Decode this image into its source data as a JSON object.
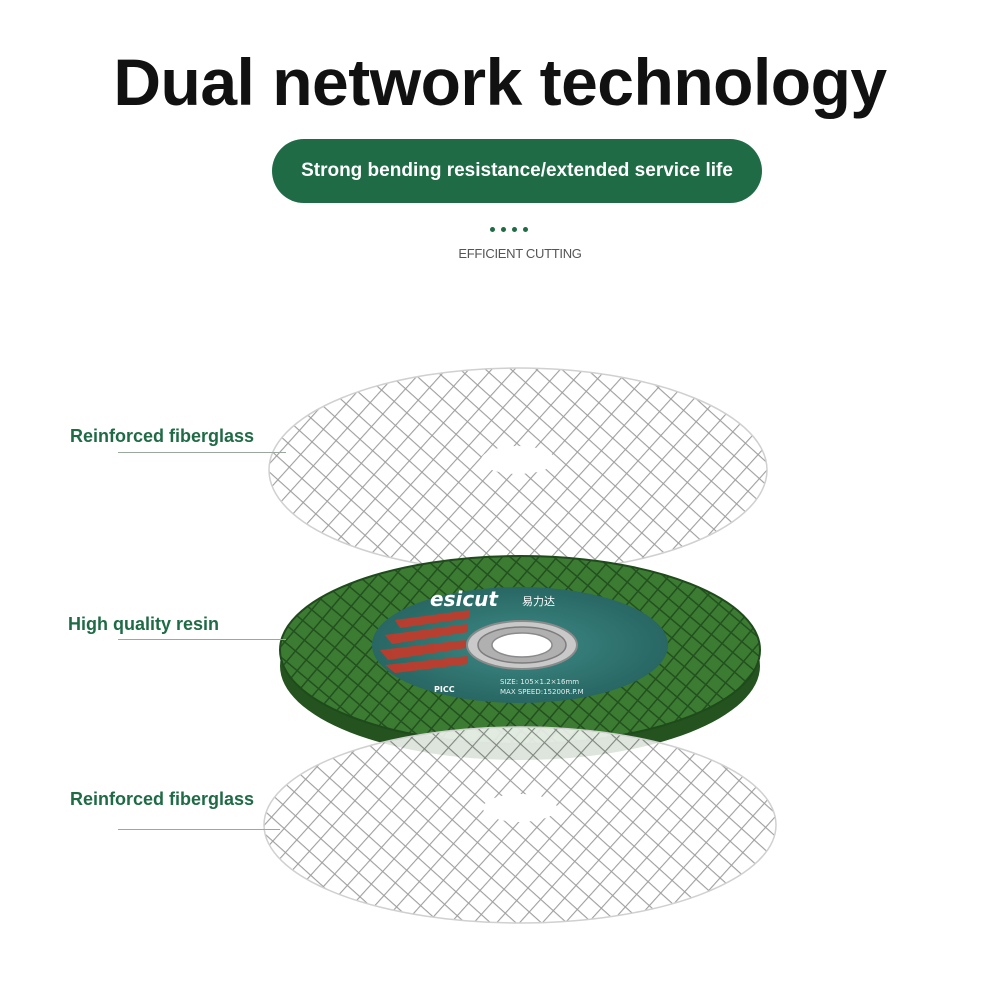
{
  "headline": "Dual network technology",
  "banner": {
    "text": "Strong bending resistance/extended service life",
    "color": "#1f6b45"
  },
  "subcaption": "EFFICIENT CUTTING",
  "layers": [
    {
      "label": "Reinforced fiberglass",
      "material": "fiberglass mesh"
    },
    {
      "label": "High quality resin",
      "material": "resin disc"
    },
    {
      "label": "Reinforced fiberglass",
      "material": "fiberglass mesh"
    }
  ],
  "disc": {
    "brand": "esicut",
    "brand_cn": "易力达",
    "size_text": "SIZE: 105×1.2×16mm",
    "speed_text": "MAX SPEED:15200R.P.M",
    "mark": "PICC",
    "resin_color": "#2f6e2f",
    "label_color": "#2c6b66",
    "accent_color": "#c73a2a"
  }
}
